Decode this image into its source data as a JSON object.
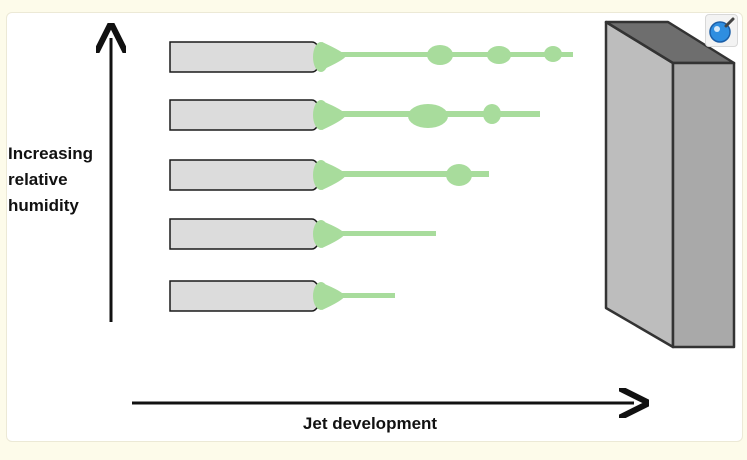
{
  "y_axis_label": [
    "Increasing",
    "relative",
    "humidity"
  ],
  "x_axis_label": "Jet development",
  "zoom_button": {
    "icon": "magnifier-icon"
  },
  "colors": {
    "jet": "#a8dc9c",
    "nozzle_fill": "#dcdcdc",
    "outline": "#1a1a1a",
    "collector_front": "#bdbdbd",
    "collector_side": "#a9a9a9",
    "collector_top": "#6e6e6e"
  }
}
